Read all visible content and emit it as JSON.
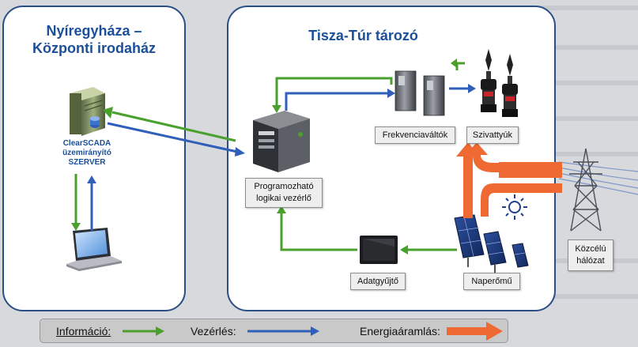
{
  "left_panel": {
    "title": "Nyíregyháza –\nKözponti irodaház"
  },
  "right_panel": {
    "title": "Tisza-Túr tározó"
  },
  "server": {
    "label": "ClearSCADA\nüzemirányító\nSZERVER",
    "icon": "server-icon"
  },
  "laptop": {
    "icon": "laptop-icon"
  },
  "plc": {
    "label": "Programozható\nlogikai vezérlő",
    "icon": "plc-icon"
  },
  "inverters": {
    "label": "Frekvenciaváltók",
    "icon": "frequency-inverter-icon"
  },
  "pumps": {
    "label": "Szivattyúk",
    "icon": "pump-icon"
  },
  "solar": {
    "label": "Naperőmű",
    "icon": "solar-panel-icon"
  },
  "datalogger": {
    "label": "Adatgyűjtő",
    "icon": "data-logger-icon"
  },
  "grid": {
    "label": "Közcélú\nhálózat",
    "icon": "power-pylon-icon"
  },
  "sun": {
    "icon": "sun-icon"
  },
  "legend": {
    "info": "Információ:",
    "control": "Vezérlés:",
    "energy": "Energiaáramlás:"
  },
  "colors": {
    "info": "#4aa02c",
    "control": "#2f5fb8",
    "energy": "#ef6a32",
    "panel_border": "#2a4f86",
    "title": "#1c4f9a"
  }
}
